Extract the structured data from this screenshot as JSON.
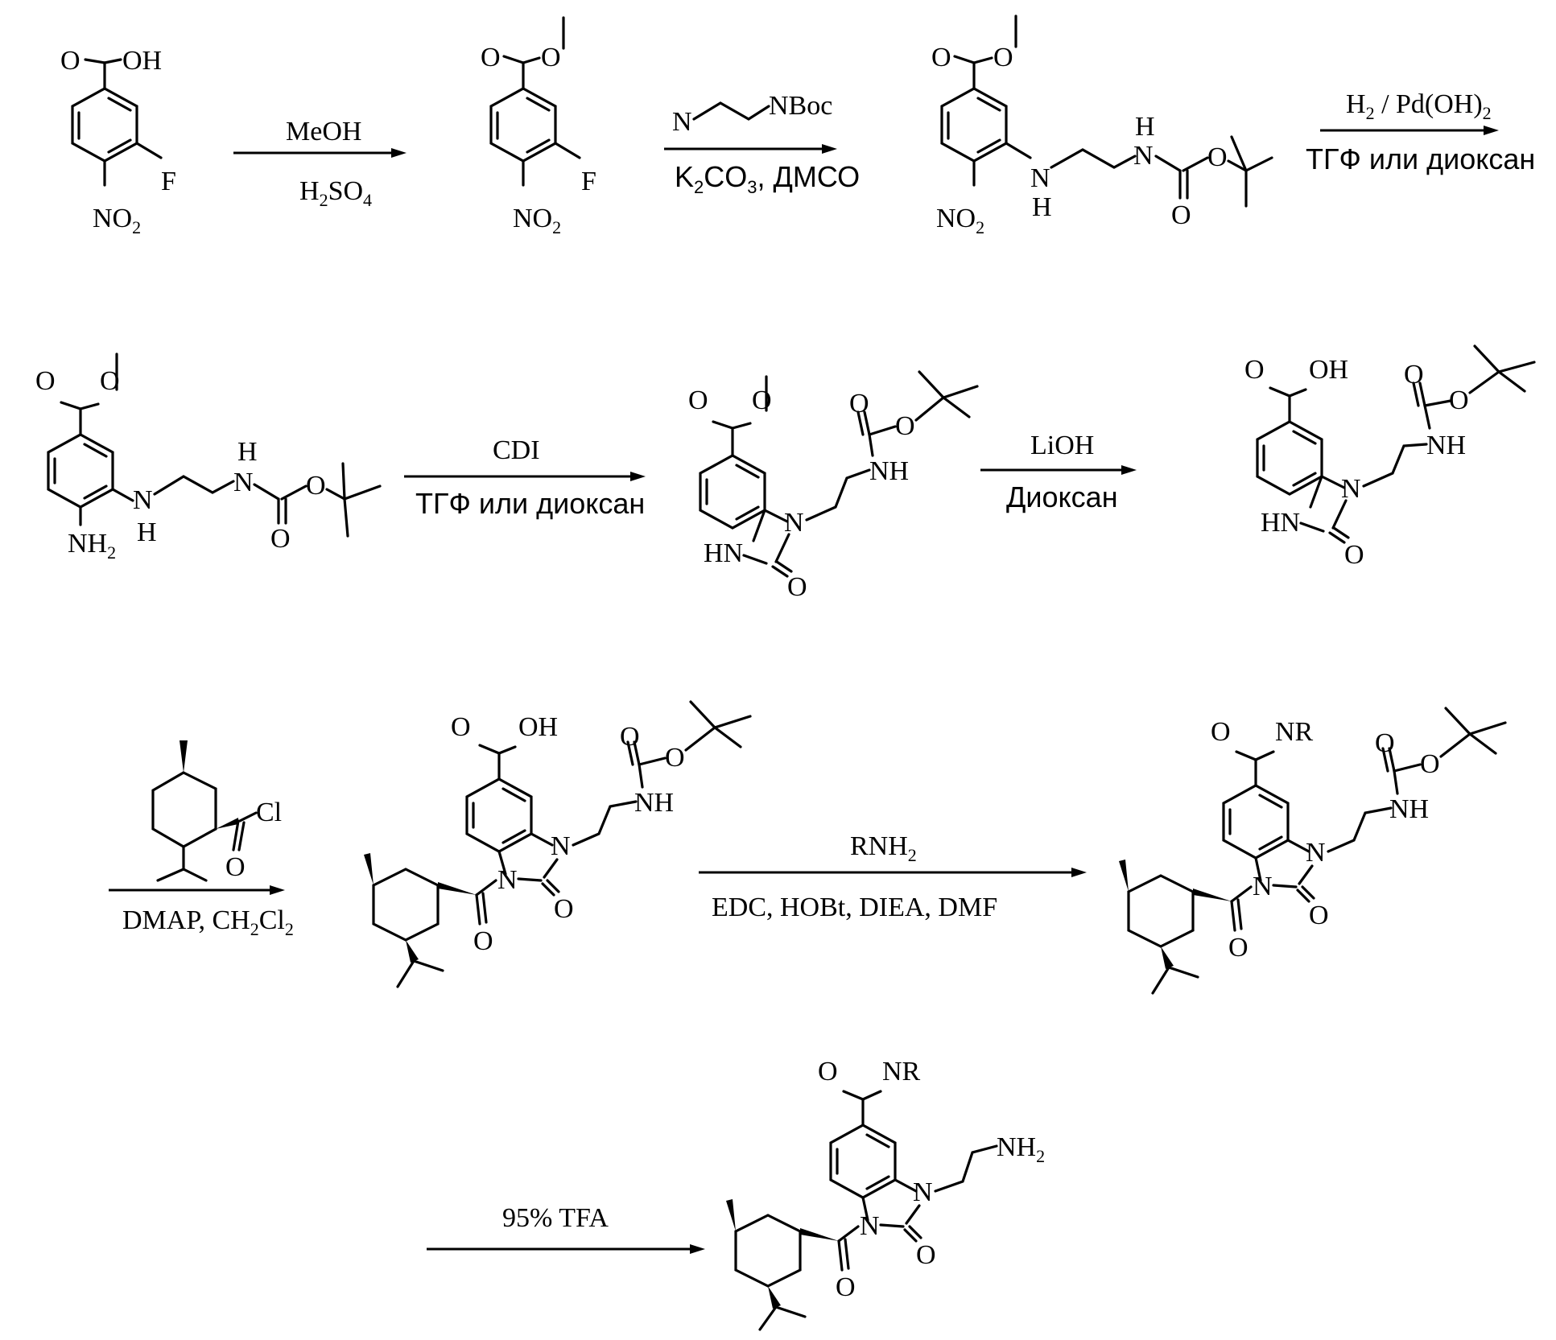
{
  "labels": {
    "cooh": "O OH",
    "f": "F",
    "no2": "NO2",
    "nboc": "NBoc",
    "n": "N",
    "h": "H",
    "o": "O",
    "nh": "NH",
    "hn": "HN",
    "nh2": "NH2",
    "cl": "Cl",
    "nr": "NR"
  },
  "reagents": {
    "step1_top": "MeOH",
    "step1_bottom": "H2SO4",
    "step2_top": "N⁀NBoc",
    "step2_bottom": "K2CO3, ДМСО",
    "step3_top": "H2 / Pd(OH)2",
    "step3_bottom": "ТГФ или диоксан",
    "step4_top": "CDI",
    "step4_bottom": "ТГФ или диоксан",
    "step5_top": "LiOH",
    "step5_bottom": "Диоксан",
    "step6_bottom": "DMAP, CH2Cl2",
    "step7_top": "RNH2",
    "step7_bottom": "EDC, HOBt, DIEA, DMF",
    "step8_top": "95% TFA"
  }
}
